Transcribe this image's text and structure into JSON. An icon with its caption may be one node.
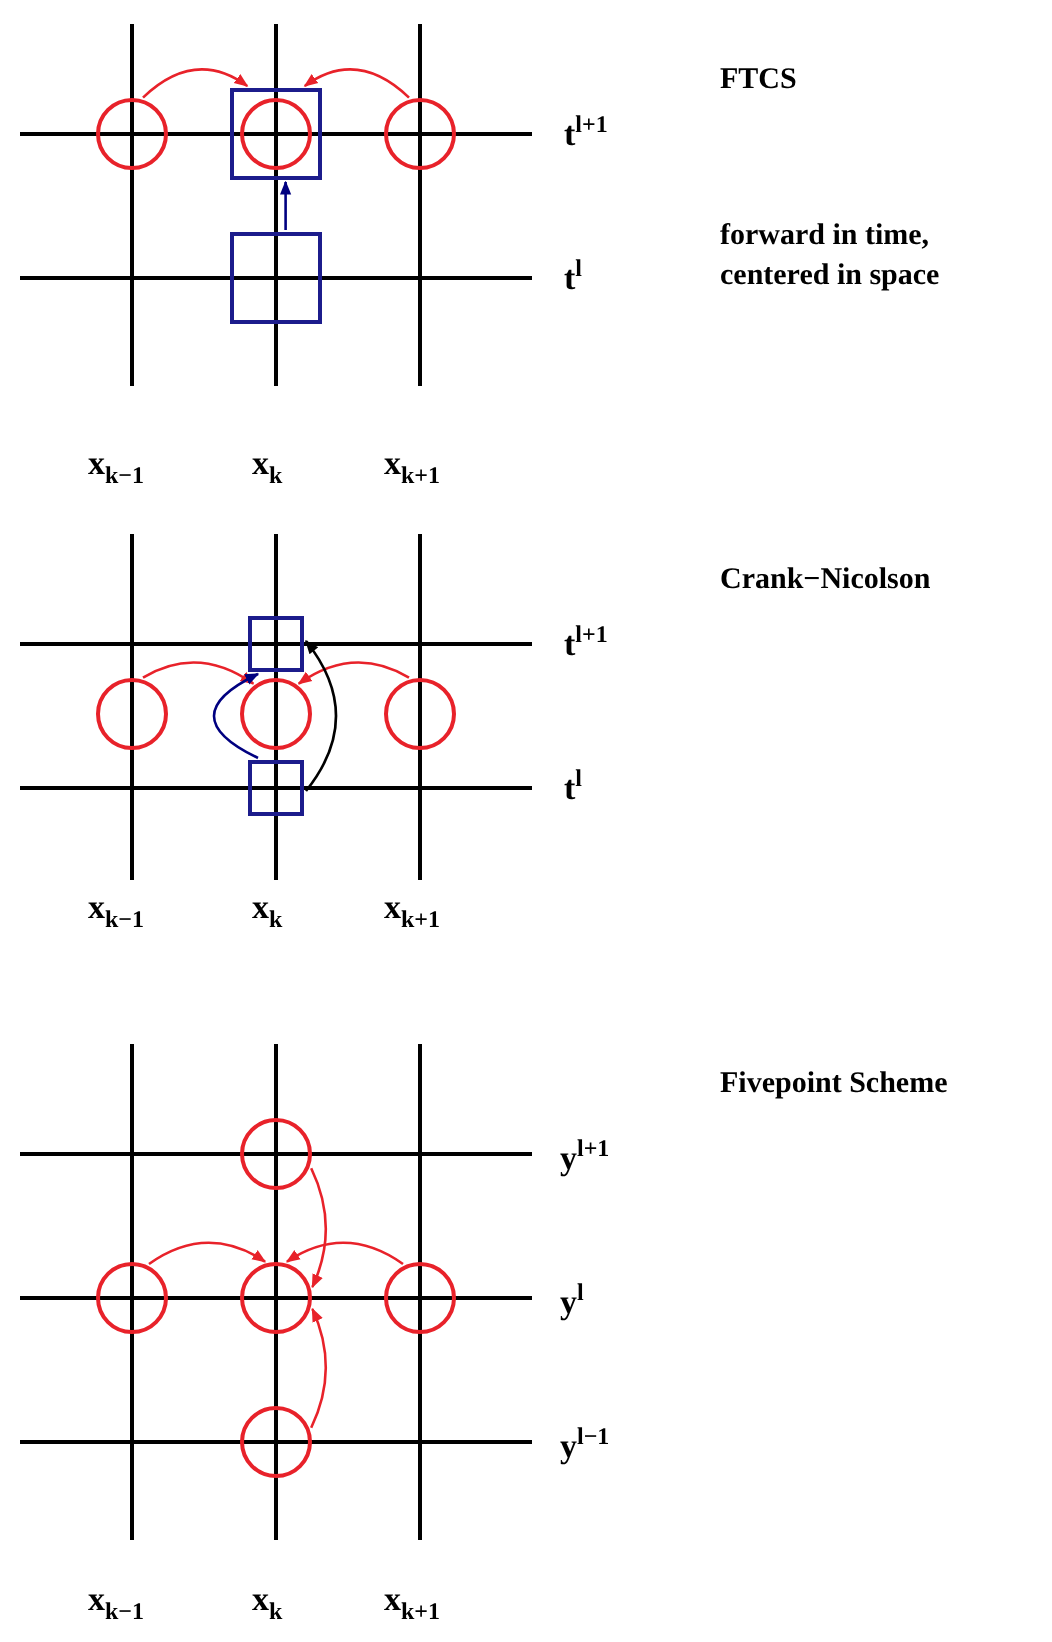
{
  "diagram": {
    "nodes": [
      {
        "text": [],
        "shape": "circle"
      },
      {
        "text": [],
        "shape": "box"
      },
      {
        "text": [],
        "shape": "circle",
        "in": 1
      },
      {
        "text": [],
        "shape": "circle"
      },
      {
        "text": [],
        "shape": "box"
      },
      {
        "text": [],
        "shape": "box"
      },
      {
        "text": [],
        "shape": "circle"
      },
      {
        "text": [],
        "shape": "circle"
      },
      {
        "text": [],
        "shape": "circle"
      },
      {
        "text": [],
        "shape": "box"
      },
      {
        "text": [],
        "shape": "circle"
      },
      {
        "text": [],
        "shape": "circle"
      },
      {
        "text": [],
        "shape": "circle"
      },
      {
        "text": [],
        "shape": "circle"
      },
      {
        "text": [],
        "shape": "circle"
      }
    ],
    "edges": [
      {
        "from": 0,
        "to": 1,
        "arrow": "to"
      },
      {
        "from": 3,
        "to": 1,
        "arrow": "to"
      },
      {
        "from": 4,
        "to": 1,
        "arrow": "to",
        "color": "#000080"
      },
      {
        "from": 6,
        "to": 7,
        "arrow": "to"
      },
      {
        "from": 8,
        "to": 7,
        "arrow": "to"
      },
      {
        "from": 9,
        "to": 5,
        "arrow": "to",
        "color": "#000080"
      },
      {
        "from": 9,
        "to": 5,
        "arrow": "to",
        "color": "#000000"
      },
      {
        "from": 10,
        "to": 12,
        "arrow": "to"
      },
      {
        "from": 11,
        "to": 12,
        "arrow": "to"
      },
      {
        "from": 13,
        "to": 12,
        "arrow": "to"
      },
      {
        "from": 14,
        "to": 12,
        "arrow": "to"
      }
    ],
    "labels": [
      "FTCS",
      "t$^{l+1}$",
      "forward in time, centered in space",
      "t$^{l}$",
      "x$_{k−1}$",
      "x$_{k}$",
      "x$_{k+1}$",
      "Crank−Nicolson",
      "t$^{l+1}$",
      "t$^{l}$",
      "x$_{k−1}$",
      "x$_{k}$",
      "x$_{k+1}$",
      "Fivepoint Scheme",
      "y$^{l+1}$",
      "y$^{l}$",
      "y$^{l−1}$",
      "x$_{k−1}$",
      "x$_{k}$",
      "x$_{k+1}$"
    ]
  }
}
